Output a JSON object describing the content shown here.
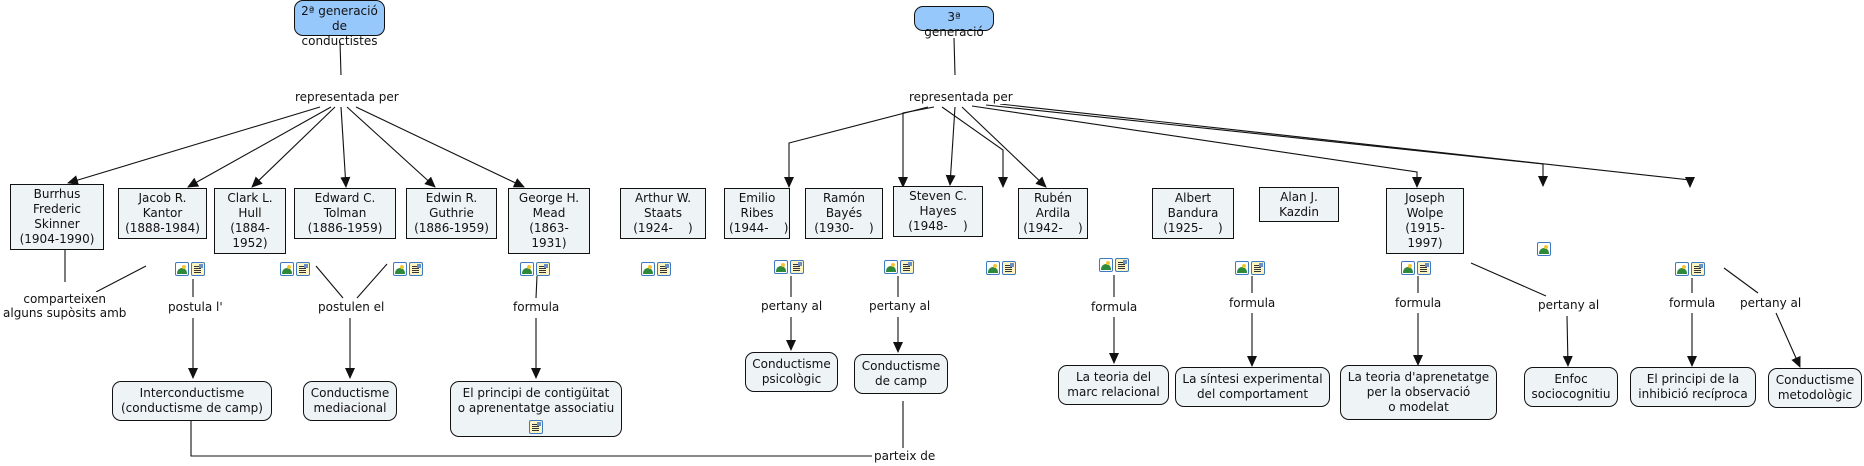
{
  "map": {
    "roots": [
      {
        "id": "gen2",
        "label": "2ª generació\nde conductistes"
      },
      {
        "id": "gen3",
        "label": "3ª generació"
      }
    ],
    "linking_phrases": {
      "represented_left": "representada per",
      "represented_right": "representada per",
      "share_assumptions": "comparteixen\nalguns supòsits amb",
      "postulates_l": "postula l'",
      "postulate_el": "postulen el",
      "formula_guthrie": "formula",
      "belongs_staats": "pertany al",
      "belongs_ribes": "pertany al",
      "formula_hayes": "formula",
      "formula_ardila": "formula",
      "formula_bandura": "formula",
      "belongs_bandura": "pertany al",
      "formula_wolpe": "formula",
      "belongs_wolpe": "pertany al",
      "starts_from": "parteix de"
    },
    "second_generation": [
      {
        "id": "skinner",
        "name": "Burrhus Frederic\nSkinner",
        "years": "(1904-1990)",
        "icons": []
      },
      {
        "id": "kantor",
        "name": "Jacob R. Kantor",
        "years": "(1888-1984)",
        "icons": [
          "image-icon",
          "document-icon"
        ]
      },
      {
        "id": "hull",
        "name": "Clark L. Hull",
        "years": "(1884-1952)",
        "icons": [
          "image-icon",
          "document-icon"
        ]
      },
      {
        "id": "tolman",
        "name": "Edward C. Tolman",
        "years": "(1886-1959)",
        "icons": [
          "image-icon",
          "document-icon"
        ]
      },
      {
        "id": "guthrie",
        "name": "Edwin R. Guthrie",
        "years": "(1886-1959)",
        "icons": [
          "image-icon",
          "document-icon"
        ]
      },
      {
        "id": "mead",
        "name": "George H. Mead",
        "years": "(1863-1931)",
        "icons": [
          "image-icon",
          "document-icon"
        ]
      }
    ],
    "third_generation": [
      {
        "id": "staats",
        "name": "Arthur W. Staats",
        "years": "(1924-    )",
        "icons": [
          "image-icon",
          "document-icon"
        ]
      },
      {
        "id": "ribes",
        "name": "Emilio Ribes",
        "years": "(1944-    )",
        "icons": [
          "image-icon",
          "document-icon"
        ]
      },
      {
        "id": "bayes",
        "name": "Ramón Bayés",
        "years": "(1930-    )",
        "icons": [
          "image-icon",
          "document-icon"
        ]
      },
      {
        "id": "hayes",
        "name": "Steven C. Hayes",
        "years": "(1948-    )",
        "icons": [
          "image-icon",
          "document-icon"
        ]
      },
      {
        "id": "ardila",
        "name": "Rubén Ardila",
        "years": "(1942-    )",
        "icons": [
          "image-icon",
          "document-icon"
        ]
      },
      {
        "id": "bandura",
        "name": "Albert Bandura",
        "years": "(1925-    )",
        "icons": [
          "image-icon",
          "document-icon"
        ]
      },
      {
        "id": "kazdin",
        "name": "Alan J. Kazdin",
        "years": "",
        "icons": [
          "image-icon"
        ]
      },
      {
        "id": "wolpe",
        "name": "Joseph Wolpe",
        "years": "(1915-1997)",
        "icons": [
          "image-icon",
          "document-icon"
        ]
      }
    ],
    "concepts": [
      {
        "id": "interconductisme",
        "label": "Interconductisme\n(conductisme de camp)"
      },
      {
        "id": "mediacional",
        "label": "Conductisme\nmediacional"
      },
      {
        "id": "contiguitat",
        "label": "El principi de contigüitat\no aprenentatge associatiu",
        "icons": [
          "document-icon"
        ]
      },
      {
        "id": "psicologic",
        "label": "Conductisme\npsicològic"
      },
      {
        "id": "camp",
        "label": "Conductisme\nde camp"
      },
      {
        "id": "marc",
        "label": "La teoria del\nmarc relacional"
      },
      {
        "id": "sintesi",
        "label": "La síntesi experimental\ndel comportament"
      },
      {
        "id": "aprenentatge",
        "label": "La teoria d'aprenetatge\nper la observació\no modelat"
      },
      {
        "id": "sociocognitiu",
        "label": "Enfoc\nsociocognitiu"
      },
      {
        "id": "inhibicio",
        "label": "El principi de la\ninhibició recíproca"
      },
      {
        "id": "metodologic",
        "label": "Conductisme\nmetodològic"
      }
    ],
    "colors": {
      "root_fill": "#97c8fb",
      "node_fill": "#eef3f6",
      "stroke": "#111111",
      "icon_border": "#3d7ac2"
    }
  }
}
